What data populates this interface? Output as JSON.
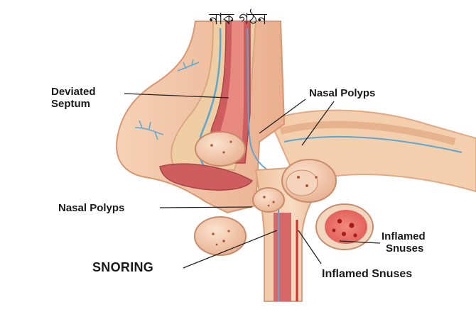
{
  "title": "নাক গঠন",
  "labels": {
    "deviated_septum_line1": "Deviated",
    "deviated_septum_line2": "Septum",
    "nasal_polyps_top": "Nasal Polyps",
    "nasal_polyps_left": "Nasal Polyps",
    "snoring": "SNORING",
    "inflamed_sinuses_right_line1": "Inflamed",
    "inflamed_sinuses_right_line2": "Snuses",
    "inflamed_sinuses_bottom": "Inflamed Snuses"
  },
  "colors": {
    "skin": "#f2c3a3",
    "skin_dark": "#e3a07c",
    "tissue": "#c9555a",
    "tissue_light": "#e98a80",
    "bone": "#f1d3a8",
    "nerve_blue": "#5aa7d6",
    "sinus_red": "#d62d2d"
  }
}
